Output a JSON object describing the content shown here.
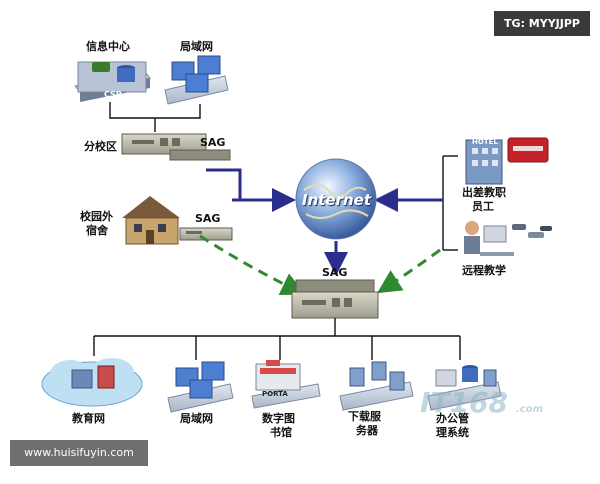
{
  "badges": {
    "tg": "TG: MYYJJPP",
    "url": "www.huisifuyin.com"
  },
  "labels": {
    "info_center": "信息中心",
    "lan_top": "局域网",
    "csp": "CSP",
    "branch_campus": "分校区",
    "sag_branch": "SAG",
    "offcampus_line1": "校园外",
    "offcampus_line2": "宿舍",
    "sag_dorm": "SAG",
    "internet": "Internet",
    "hotel": "HOTEL",
    "business_trip_line1": "出差教职",
    "business_trip_line2": "员工",
    "remote_teaching": "远程教学",
    "sag_central": "SAG",
    "education_net": "教育网",
    "lan_bottom": "局域网",
    "library_line1": "数字图",
    "library_line2": "书馆",
    "porta": "PORTA",
    "download_line1": "下载服",
    "download_line2": "务器",
    "office_line1": "办公管",
    "office_line2": "理系统"
  },
  "watermark": {
    "main": "IT168",
    "sub": ".com"
  }
}
